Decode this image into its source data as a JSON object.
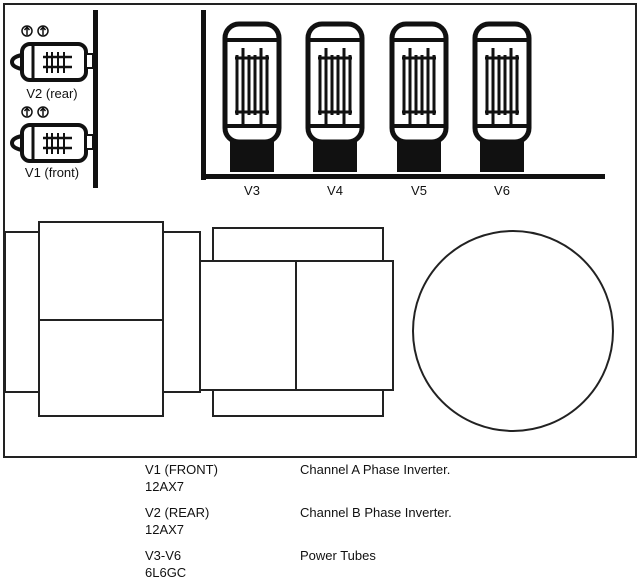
{
  "preamp_tubes": [
    {
      "label": "V2 (rear)"
    },
    {
      "label": "V1 (front)"
    }
  ],
  "power_tubes": [
    {
      "label": "V3"
    },
    {
      "label": "V4"
    },
    {
      "label": "V5"
    },
    {
      "label": "V6"
    }
  ],
  "legend": [
    {
      "tube": "V1 (FRONT)",
      "type": "12AX7",
      "function": "Channel A Phase Inverter."
    },
    {
      "tube": "V2 (REAR)",
      "type": "12AX7",
      "function": "Channel B Phase Inverter."
    },
    {
      "tube": "V3-V6",
      "type": "6L6GC",
      "function": "Power Tubes"
    }
  ]
}
